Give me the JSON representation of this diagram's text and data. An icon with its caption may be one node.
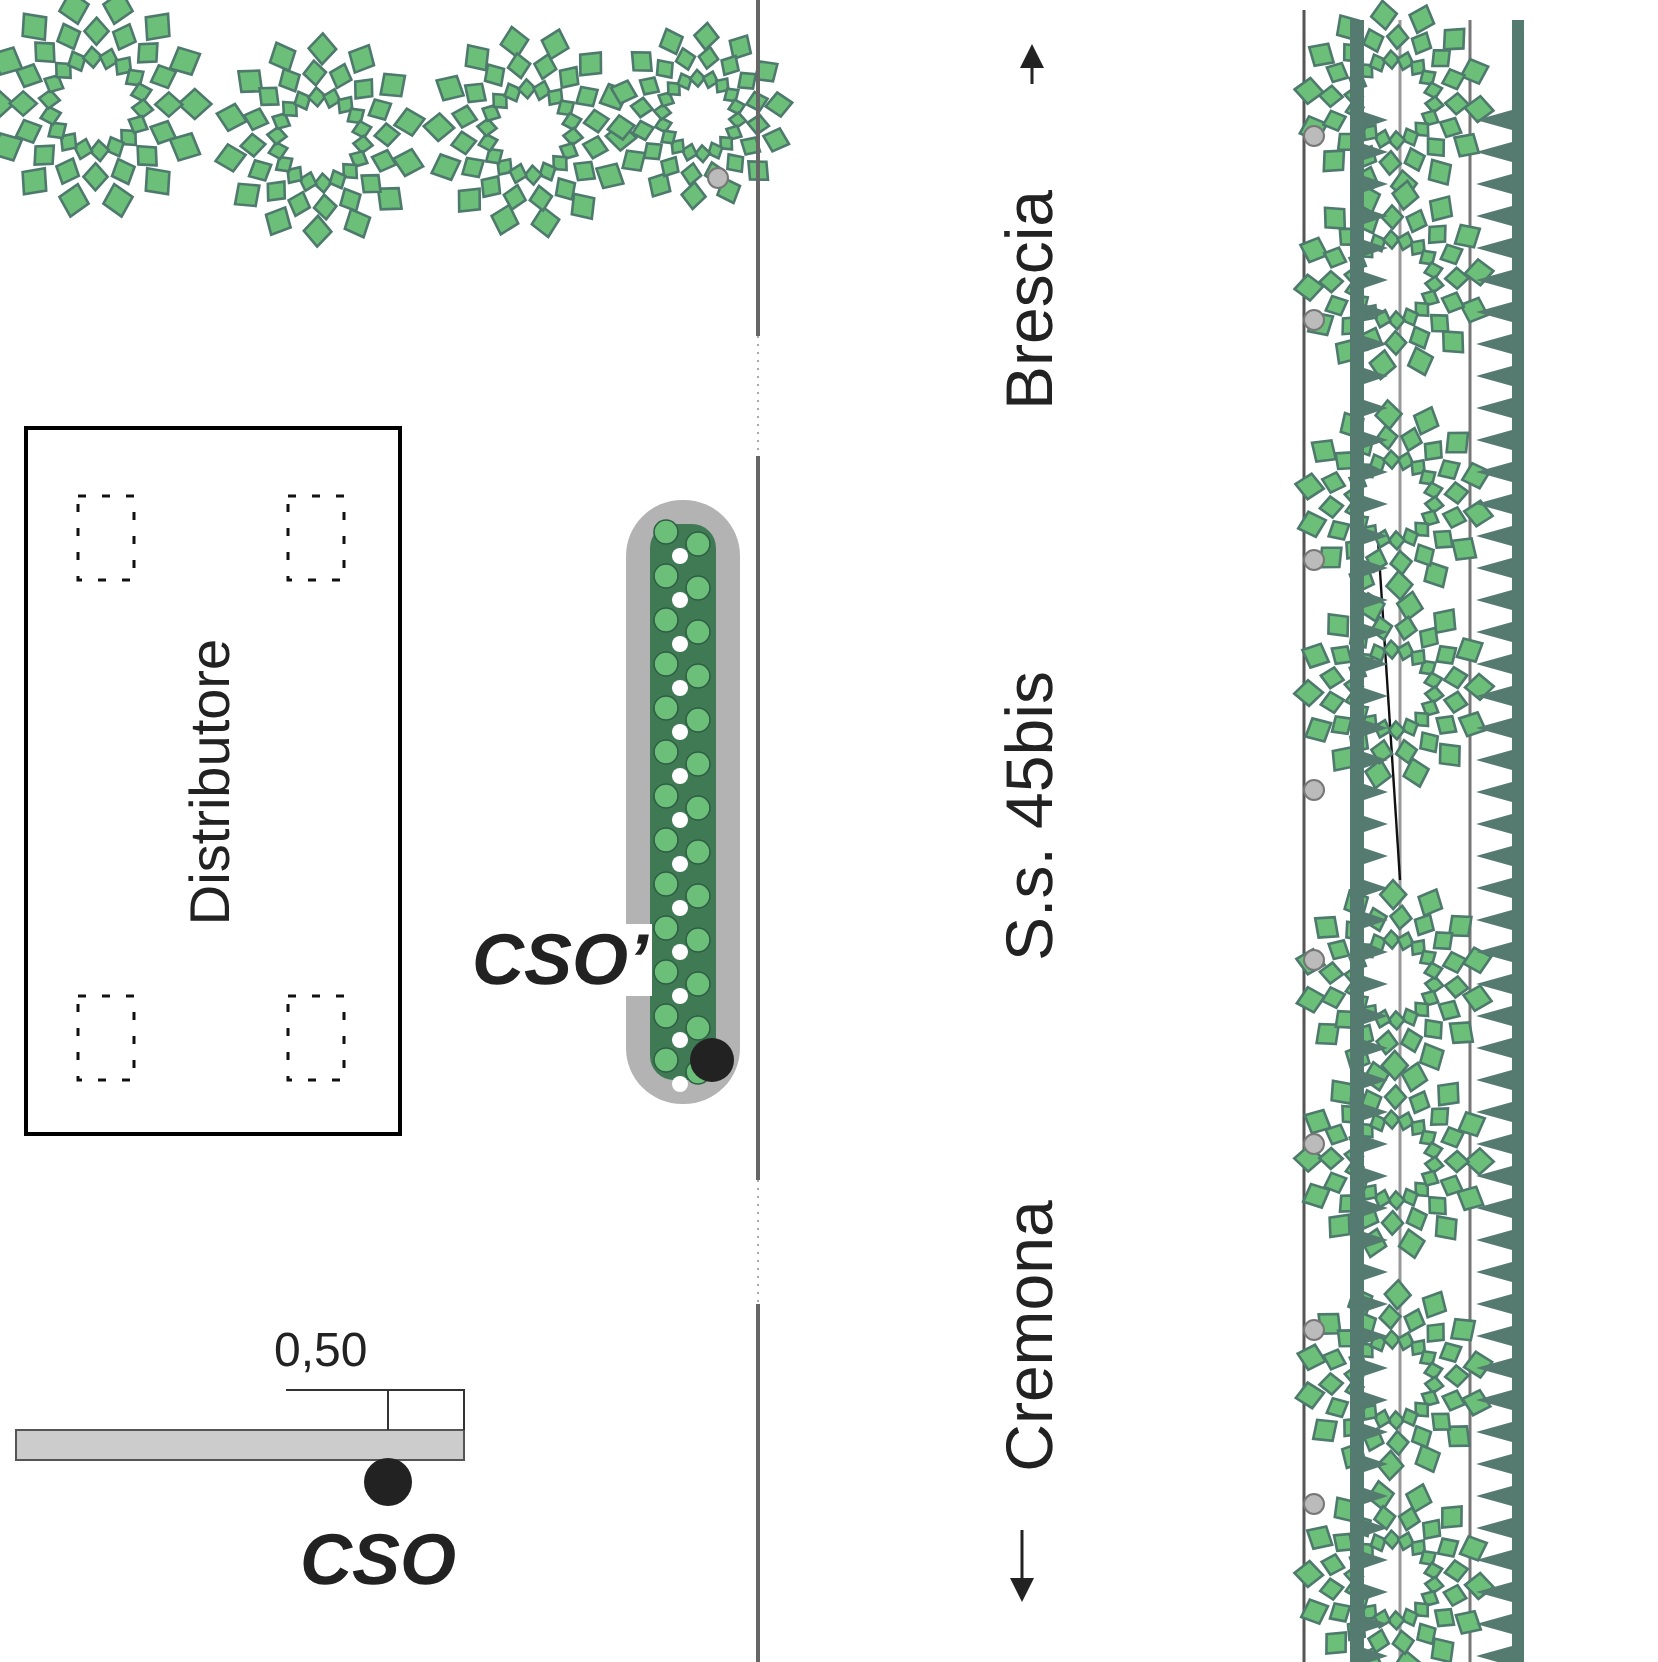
{
  "diagram": {
    "nodes": [
      {
        "text": [
          "Distributore"
        ]
      }
    ],
    "labels": [
      "CSO’",
      "Brescia",
      "S.s. 45bis",
      "Cremona",
      "0,50",
      "CSO"
    ]
  }
}
